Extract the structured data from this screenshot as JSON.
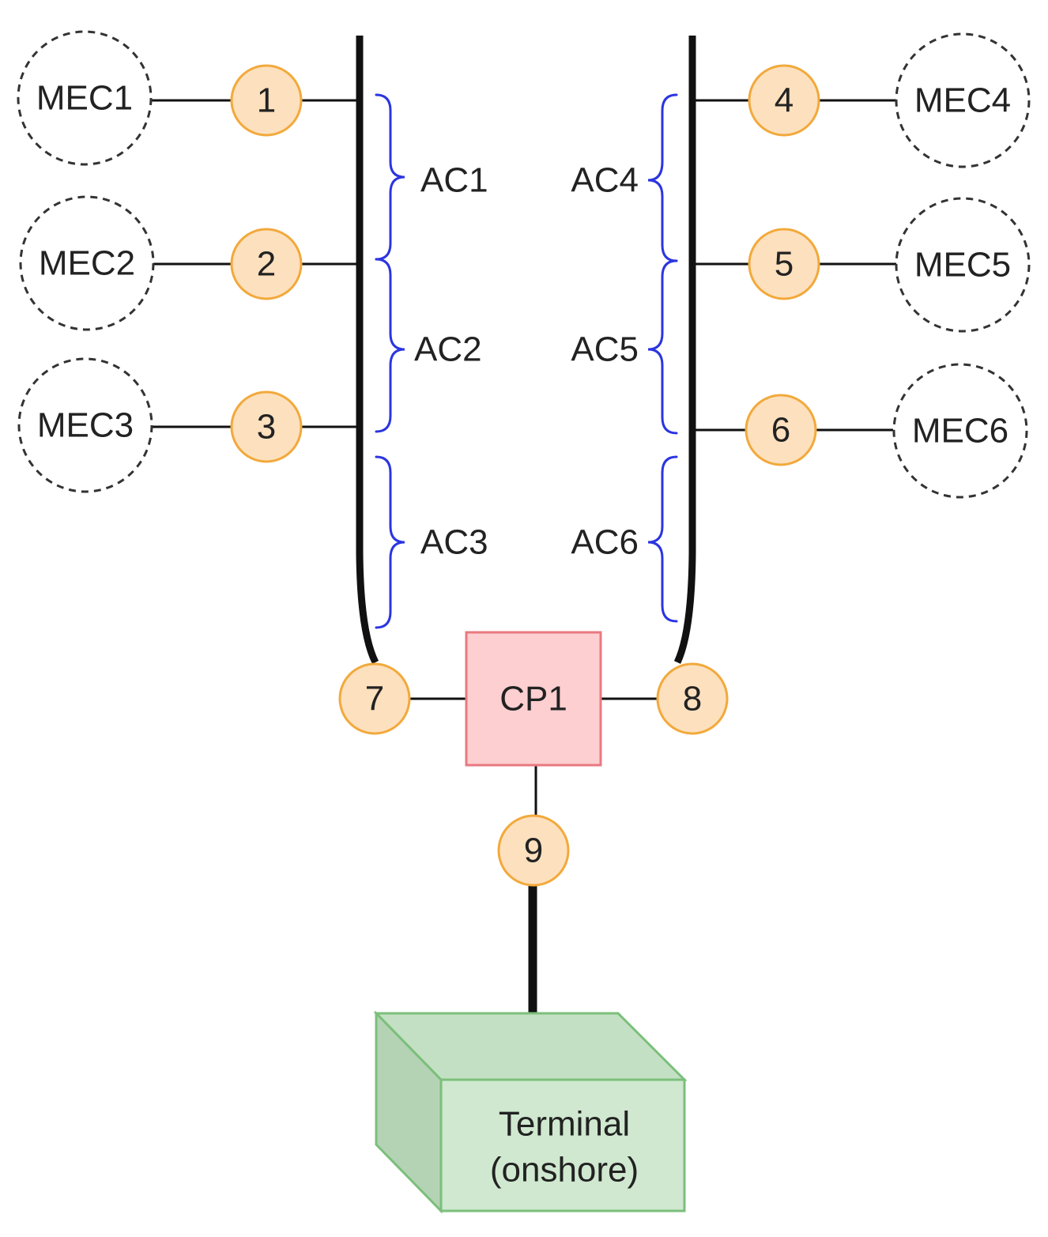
{
  "colors": {
    "node_fill": "#fde0be",
    "node_stroke": "#f2a93b",
    "brace": "#2b35e0",
    "cp_fill": "#fecfd0",
    "cp_stroke": "#e87a80",
    "terminal_front": "#cfe8cf",
    "terminal_side": "#b4d3b4",
    "terminal_top": "#c4e0c4",
    "terminal_stroke": "#7bbf7b",
    "line": "#111111",
    "mec_stroke": "#333333"
  },
  "mecs": [
    {
      "label": "MEC1"
    },
    {
      "label": "MEC2"
    },
    {
      "label": "MEC3"
    },
    {
      "label": "MEC4"
    },
    {
      "label": "MEC5"
    },
    {
      "label": "MEC6"
    }
  ],
  "nodes": [
    {
      "label": "1"
    },
    {
      "label": "2"
    },
    {
      "label": "3"
    },
    {
      "label": "4"
    },
    {
      "label": "5"
    },
    {
      "label": "6"
    },
    {
      "label": "7"
    },
    {
      "label": "8"
    },
    {
      "label": "9"
    }
  ],
  "cables": [
    {
      "label": "AC1"
    },
    {
      "label": "AC2"
    },
    {
      "label": "AC3"
    },
    {
      "label": "AC4"
    },
    {
      "label": "AC5"
    },
    {
      "label": "AC6"
    }
  ],
  "collection_point": {
    "label": "CP1"
  },
  "terminal": {
    "line1": "Terminal",
    "line2": "(onshore)"
  }
}
